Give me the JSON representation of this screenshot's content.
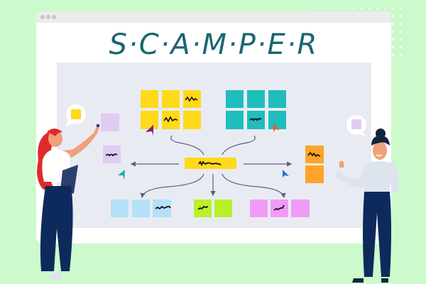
{
  "window": {
    "title": "S·C·A·M·P·E·R",
    "titlebar_dots": 3
  },
  "colors": {
    "background": "#ccfacc",
    "title": "#1a6572",
    "board": "#e9ebf3",
    "yellow": "#ffd91a",
    "teal": "#1fbdbc",
    "orange": "#ffa428",
    "lavender": "#e0ccf2",
    "light_blue": "#b5e0f7",
    "lime": "#b9f02a",
    "pink": "#f09cf5",
    "center_note": "#ffd91a"
  },
  "board": {
    "top_left_group": {
      "color": "yellow",
      "rows": 2,
      "cols": 3,
      "scribbled_cells": [
        2,
        4
      ]
    },
    "top_right_group": {
      "color": "teal",
      "rows": 2,
      "cols": 3,
      "scribbled_cells": [
        4
      ]
    },
    "right_group": {
      "color": "orange",
      "count": 2,
      "scribbled_cells": [
        0
      ]
    },
    "left_group": {
      "color": "lavender",
      "count": 1,
      "scribbled_cells": [
        0
      ]
    },
    "bottom_left_group": {
      "color": "light_blue",
      "count": 3,
      "scribbled_cells": [
        2
      ]
    },
    "bottom_center_group": {
      "color": "lime",
      "count": 2,
      "scribbled_cells": [
        0
      ]
    },
    "bottom_right_group": {
      "color": "pink",
      "count": 3,
      "scribbled_cells": [
        1
      ]
    },
    "center_note": {
      "color": "yellow",
      "scribbled": true
    }
  },
  "cursors": [
    {
      "name": "purple-cursor",
      "color": "#7b1f8a"
    },
    {
      "name": "orange-cursor",
      "color": "#f05a2b"
    },
    {
      "name": "teal-cursor",
      "color": "#1aa9a9"
    },
    {
      "name": "blue-cursor",
      "color": "#1f78c8"
    }
  ],
  "figures": [
    {
      "name": "woman-left",
      "hair": "#e02a2a",
      "top": "#ffffff",
      "pants": "#0e2a5c"
    },
    {
      "name": "woman-right",
      "hair": "#12263f",
      "top": "#dde4ee",
      "pants": "#0e2a5c"
    }
  ]
}
